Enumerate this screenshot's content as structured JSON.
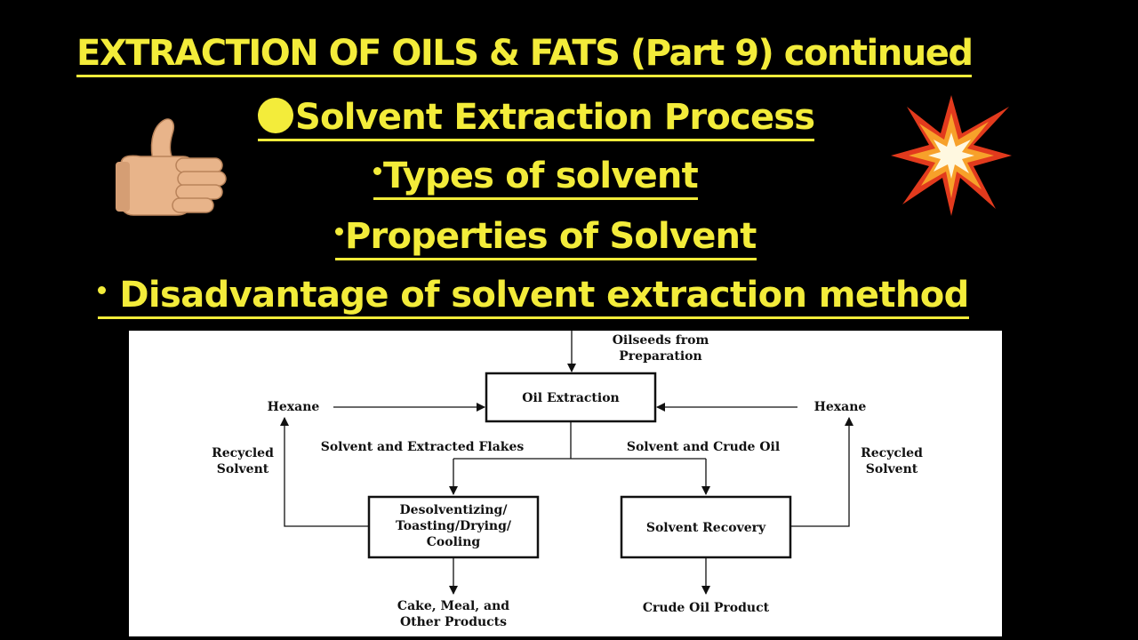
{
  "header": {
    "title_line1": "EXTRACTION OF OILS & FATS (Part 9) continued",
    "title_line2": "Solvent Extraction Process",
    "bullet1": "Types of solvent",
    "bullet2": "Properties of Solvent",
    "bullet3": " Disadvantage of solvent extraction method"
  },
  "icons": {
    "left": "thumbs-up-icon",
    "right": "collision-burst-icon",
    "bullet": "yellow-circle-icon"
  },
  "colors": {
    "accent_yellow": "#f3ec3a",
    "background": "#000000",
    "diagram_bg": "#ffffff",
    "skin": "#e8b48a",
    "burst_red": "#e23a1d",
    "burst_orange": "#f7a12a"
  },
  "diagram": {
    "input_label_line1": "Oilseeds from",
    "input_label_line2": "Preparation",
    "box_extraction": "Oil Extraction",
    "hexane_left": "Hexane",
    "hexane_right": "Hexane",
    "recycled_left_line1": "Recycled",
    "recycled_left_line2": "Solvent",
    "recycled_right_line1": "Recycled",
    "recycled_right_line2": "Solvent",
    "stream_left": "Solvent and Extracted Flakes",
    "stream_right": "Solvent and Crude Oil",
    "box_desolv_line1": "Desolventizing/",
    "box_desolv_line2": "Toasting/Drying/",
    "box_desolv_line3": "Cooling",
    "box_recovery": "Solvent Recovery",
    "out_left_line1": "Cake, Meal, and",
    "out_left_line2": "Other Products",
    "out_right": "Crude Oil Product"
  }
}
